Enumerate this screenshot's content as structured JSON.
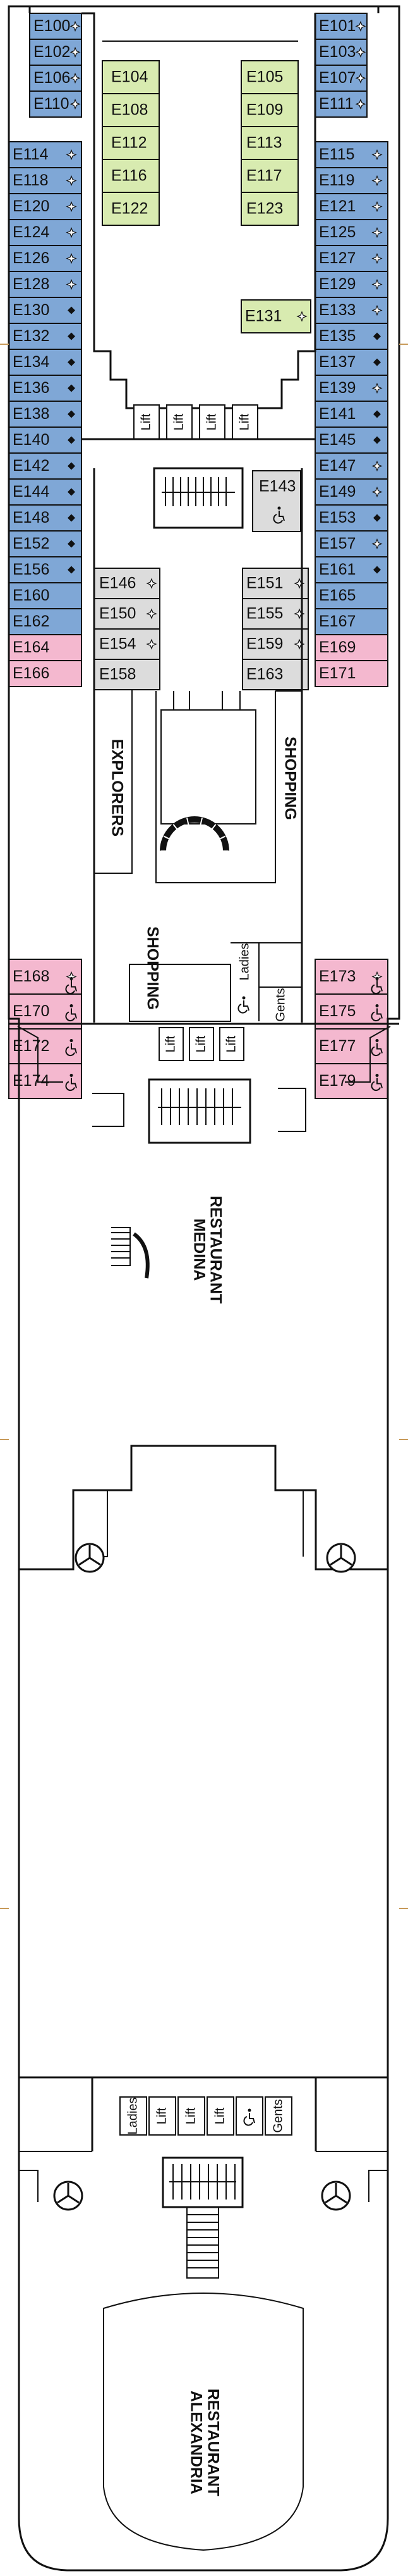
{
  "colors": {
    "blue": "#7fa7d6",
    "green": "#d8ebb0",
    "pink": "#f4b8cf",
    "grey": "#dcdcdc",
    "outline": "#111111",
    "marker": "#c89a5a"
  },
  "legend_icons": {
    "star": "sparkle-star-icon",
    "dot": "connecting-dot-icon",
    "access": "wheelchair-icon"
  },
  "cabins": {
    "top_left": [
      {
        "id": "E100",
        "icon": "star"
      },
      {
        "id": "E102",
        "icon": "star"
      },
      {
        "id": "E106",
        "icon": "star"
      },
      {
        "id": "E110",
        "icon": "star"
      }
    ],
    "top_right": [
      {
        "id": "E101",
        "icon": "star"
      },
      {
        "id": "E103",
        "icon": "star"
      },
      {
        "id": "E107",
        "icon": "star"
      },
      {
        "id": "E111",
        "icon": "star"
      }
    ],
    "outer_left": [
      {
        "id": "E114",
        "color": "blue",
        "icon": "star"
      },
      {
        "id": "E118",
        "color": "blue",
        "icon": "star"
      },
      {
        "id": "E120",
        "color": "blue",
        "icon": "star"
      },
      {
        "id": "E124",
        "color": "blue",
        "icon": "star"
      },
      {
        "id": "E126",
        "color": "blue",
        "icon": "star"
      },
      {
        "id": "E128",
        "color": "blue",
        "icon": "star"
      },
      {
        "id": "E130",
        "color": "blue",
        "icon": "dot"
      },
      {
        "id": "E132",
        "color": "blue",
        "icon": "dot"
      },
      {
        "id": "E134",
        "color": "blue",
        "icon": "dot"
      },
      {
        "id": "E136",
        "color": "blue",
        "icon": "dot"
      },
      {
        "id": "E138",
        "color": "blue",
        "icon": "dot"
      },
      {
        "id": "E140",
        "color": "blue",
        "icon": "dot"
      },
      {
        "id": "E142",
        "color": "blue",
        "icon": "dot"
      },
      {
        "id": "E144",
        "color": "blue",
        "icon": "dot"
      },
      {
        "id": "E148",
        "color": "blue",
        "icon": "dot"
      },
      {
        "id": "E152",
        "color": "blue",
        "icon": "dot"
      },
      {
        "id": "E156",
        "color": "blue",
        "icon": "dot"
      },
      {
        "id": "E160",
        "color": "blue",
        "icon": ""
      },
      {
        "id": "E162",
        "color": "blue",
        "icon": ""
      },
      {
        "id": "E164",
        "color": "pink",
        "icon": ""
      },
      {
        "id": "E166",
        "color": "pink",
        "icon": ""
      },
      {
        "id": "E168",
        "color": "pink",
        "icon": "star-access"
      },
      {
        "id": "E170",
        "color": "pink",
        "icon": "access"
      },
      {
        "id": "E172",
        "color": "pink",
        "icon": "access"
      },
      {
        "id": "E174",
        "color": "pink",
        "icon": "access"
      }
    ],
    "outer_right": [
      {
        "id": "E115",
        "color": "blue",
        "icon": "star"
      },
      {
        "id": "E119",
        "color": "blue",
        "icon": "star"
      },
      {
        "id": "E121",
        "color": "blue",
        "icon": "star"
      },
      {
        "id": "E125",
        "color": "blue",
        "icon": "star"
      },
      {
        "id": "E127",
        "color": "blue",
        "icon": "star"
      },
      {
        "id": "E129",
        "color": "blue",
        "icon": "star"
      },
      {
        "id": "E133",
        "color": "blue",
        "icon": "star"
      },
      {
        "id": "E135",
        "color": "blue",
        "icon": "dot"
      },
      {
        "id": "E137",
        "color": "blue",
        "icon": "dot"
      },
      {
        "id": "E139",
        "color": "blue",
        "icon": "star"
      },
      {
        "id": "E141",
        "color": "blue",
        "icon": "dot"
      },
      {
        "id": "E145",
        "color": "blue",
        "icon": "dot"
      },
      {
        "id": "E147",
        "color": "blue",
        "icon": "star"
      },
      {
        "id": "E149",
        "color": "blue",
        "icon": "star"
      },
      {
        "id": "E153",
        "color": "blue",
        "icon": "dot"
      },
      {
        "id": "E157",
        "color": "blue",
        "icon": "star"
      },
      {
        "id": "E161",
        "color": "blue",
        "icon": "dot"
      },
      {
        "id": "E165",
        "color": "blue",
        "icon": ""
      },
      {
        "id": "E167",
        "color": "blue",
        "icon": ""
      },
      {
        "id": "E169",
        "color": "pink",
        "icon": ""
      },
      {
        "id": "E171",
        "color": "pink",
        "icon": ""
      },
      {
        "id": "E173",
        "color": "pink",
        "icon": "star-access"
      },
      {
        "id": "E175",
        "color": "pink",
        "icon": "access"
      },
      {
        "id": "E177",
        "color": "pink",
        "icon": "access"
      },
      {
        "id": "E179",
        "color": "pink",
        "icon": "access"
      }
    ],
    "inner_left_green": [
      {
        "id": "E104",
        "icon": ""
      },
      {
        "id": "E108",
        "icon": ""
      },
      {
        "id": "E112",
        "icon": ""
      },
      {
        "id": "E116",
        "icon": ""
      },
      {
        "id": "E122",
        "icon": ""
      }
    ],
    "inner_right_green": [
      {
        "id": "E105",
        "icon": ""
      },
      {
        "id": "E109",
        "icon": ""
      },
      {
        "id": "E113",
        "icon": ""
      },
      {
        "id": "E117",
        "icon": ""
      },
      {
        "id": "E123",
        "icon": ""
      }
    ],
    "green_single": {
      "id": "E131",
      "icon": "star"
    },
    "grey_right_top": {
      "id": "E143",
      "icon": "access"
    },
    "grey_left": [
      {
        "id": "E146",
        "icon": "star"
      },
      {
        "id": "E150",
        "icon": "star"
      },
      {
        "id": "E154",
        "icon": "star"
      },
      {
        "id": "E158",
        "icon": ""
      }
    ],
    "grey_right": [
      {
        "id": "E151",
        "icon": "star"
      },
      {
        "id": "E155",
        "icon": "star"
      },
      {
        "id": "E159",
        "icon": "star"
      },
      {
        "id": "E163",
        "icon": ""
      }
    ]
  },
  "labels": {
    "explorers": "EXPLORERS",
    "shopping_right": "SHOPPING",
    "shopping_left": "SHOPPING",
    "medina_line1": "MEDINA",
    "medina_line2": "RESTAURANT",
    "alexandria_line1": "ALEXANDRIA",
    "alexandria_line2": "RESTAURANT",
    "lift": "Lift",
    "ladies": "Ladies",
    "gents": "Gents"
  }
}
